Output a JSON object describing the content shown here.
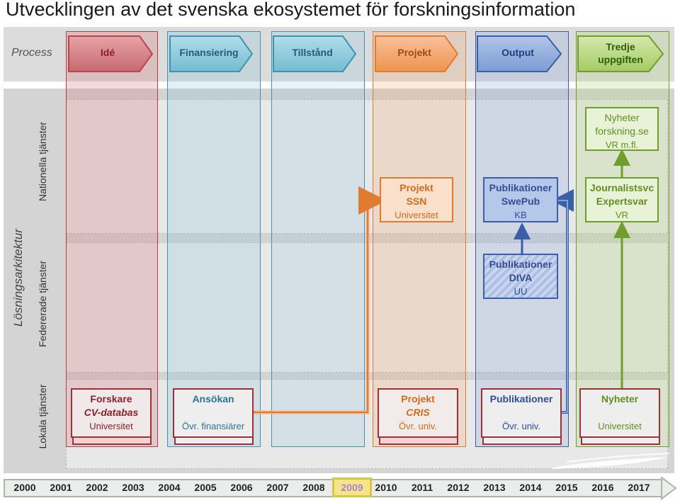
{
  "title": "Utvecklingen av det svenska ekosystemet för forskningsinformation",
  "process_label": "Process",
  "architecture_label": "Lösningsarkitektur",
  "rows": {
    "national": "Nationella tjänster",
    "federated": "Federerade tjänster",
    "local": "Lokala tjänster"
  },
  "process_steps": [
    {
      "label": "Idé",
      "color": "#d8888c"
    },
    {
      "label": "Finansiering",
      "color": "#8ac9dc"
    },
    {
      "label": "Tillstånd",
      "color": "#8ac9dc"
    },
    {
      "label": "Projekt",
      "color": "#f3a26a"
    },
    {
      "label": "Output",
      "color": "#8aa8d8"
    },
    {
      "label": "Tredje uppgiften",
      "color": "#b3d37c"
    }
  ],
  "national_boxes": {
    "projekt": {
      "l1": "Projekt",
      "l2": "SSN",
      "l3": "Universitet"
    },
    "publikationer": {
      "l1": "Publikationer",
      "l2": "SwePub",
      "l3": "KB"
    },
    "nyheter": {
      "l1": "Nyheter",
      "l2": "forskning.se",
      "l3": "VR m.fl."
    },
    "journalist": {
      "l1": "Journalistsvc",
      "l2": "Expertsvar",
      "l3": "VR"
    }
  },
  "federated_boxes": {
    "diva": {
      "l1": "Publikationer",
      "l2": "DIVA",
      "l3": "UU"
    }
  },
  "local_boxes": {
    "forskare": {
      "l1": "Forskare",
      "l2": "CV-databas",
      "l3": "Universitet"
    },
    "ansokan": {
      "l1": "Ansökan",
      "l2": "",
      "l3": "Övr. finansiärer"
    },
    "projekt": {
      "l1": "Projekt",
      "l2": "CRIS",
      "l3": "Övr. univ."
    },
    "publikationer": {
      "l1": "Publikationer",
      "l2": "",
      "l3": "Övr. univ."
    },
    "nyheter": {
      "l1": "Nyheter",
      "l2": "",
      "l3": "Universitet"
    }
  },
  "timeline": [
    "2000",
    "2001",
    "2002",
    "2003",
    "2004",
    "2005",
    "2006",
    "2007",
    "2008",
    "2009",
    "2010",
    "2011",
    "2012",
    "2013",
    "2014",
    "2015",
    "2016",
    "2017"
  ],
  "highlight_year": "2009"
}
